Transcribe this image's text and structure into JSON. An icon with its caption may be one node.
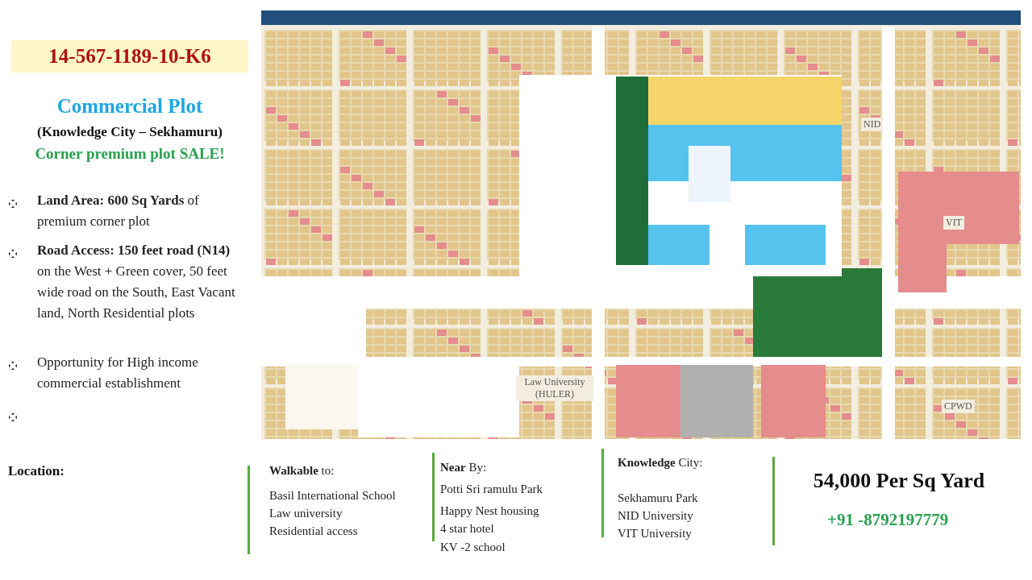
{
  "diagram": {
    "title": "14-567-1189-10-K6",
    "labels": [
      "Commercial Plot",
      "(Knowledge City – Sekhamuru)",
      "Corner premium plot SALE!",
      "**Land Area:** **600 Sq Yards** of premium corner plot",
      "**Road Access: 150 feet road** **(N14)** on the West + Green cover, 50 feet wide road on the South, East Vacant land, North Residential plots",
      "Opportunity for High income commercial establishment",
      "Location:",
      "**Walkable** to:",
      "Basil International School",
      "Law university",
      "Residential access",
      "**Near** By:",
      "Potti Sri ramulu Park",
      "Happy Nest housing",
      "4 star hotel",
      "KV -2 school",
      "**Knowledge** City:",
      "Sekhamuru Park",
      "NID University",
      "VIT University",
      "54,000 Per Sq Yard",
      "+91 -8792197779",
      "NID",
      "VIT",
      "Law University (HULER)",
      "CPWD"
    ]
  }
}
